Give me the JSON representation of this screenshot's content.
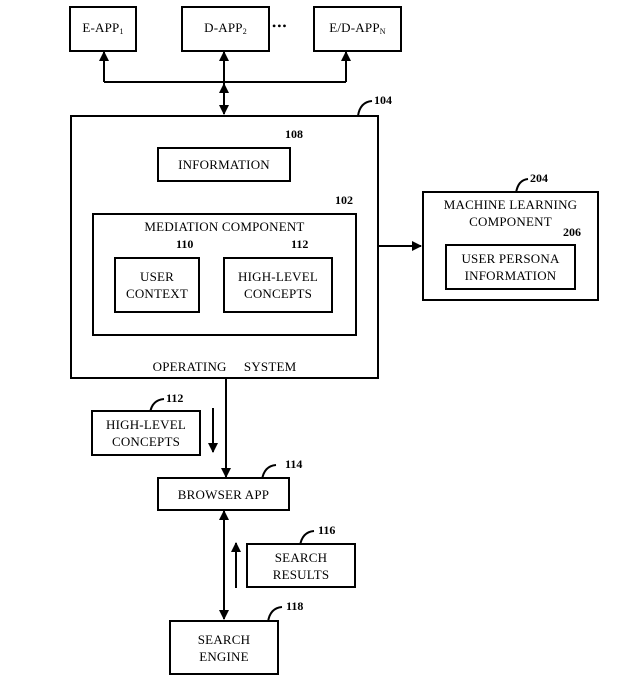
{
  "apps": {
    "e_app": {
      "name": "E-APP",
      "sub": "1"
    },
    "d_app": {
      "name": "D-APP",
      "sub": "2"
    },
    "ellipsis": "•••",
    "ed_app": {
      "name": "E/D-APP",
      "sub": "N"
    }
  },
  "os": {
    "label_left": "OPERATING",
    "label_right": "SYSTEM",
    "ref": "104"
  },
  "information": {
    "label": "INFORMATION",
    "ref": "108"
  },
  "mediation": {
    "title": "MEDIATION COMPONENT",
    "ref": "102"
  },
  "user_context": {
    "line1": "USER",
    "line2": "CONTEXT",
    "ref": "110"
  },
  "high_level_inner": {
    "line1": "HIGH-LEVEL",
    "line2": "CONCEPTS",
    "ref": "112"
  },
  "ml": {
    "line1": "MACHINE LEARNING",
    "line2": "COMPONENT",
    "ref": "204"
  },
  "persona": {
    "line1": "USER PERSONA",
    "line2": "INFORMATION",
    "ref": "206"
  },
  "high_level_outer": {
    "line1": "HIGH-LEVEL",
    "line2": "CONCEPTS",
    "ref": "112"
  },
  "browser": {
    "label": "BROWSER APP",
    "ref": "114"
  },
  "search_results": {
    "line1": "SEARCH",
    "line2": "RESULTS",
    "ref": "116"
  },
  "search_engine": {
    "line1": "SEARCH",
    "line2": "ENGINE",
    "ref": "118"
  }
}
